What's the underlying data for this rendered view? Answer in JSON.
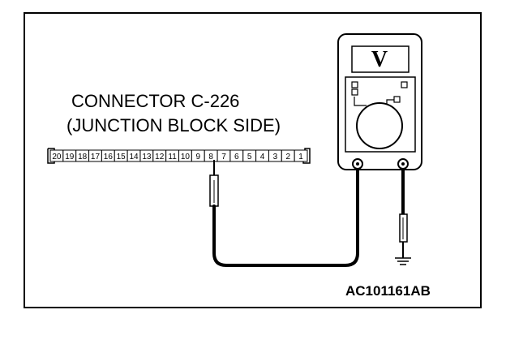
{
  "connector": {
    "title_line1": "CONNECTOR C-226",
    "title_line2": "(JUNCTION BLOCK SIDE)",
    "pins": [
      "20",
      "19",
      "18",
      "17",
      "16",
      "15",
      "14",
      "13",
      "12",
      "11",
      "10",
      "9",
      "8",
      "7",
      "6",
      "5",
      "4",
      "3",
      "2",
      "1"
    ],
    "probed_pin": "8"
  },
  "meter": {
    "mode_label": "V"
  },
  "figure": {
    "code": "AC101161AB"
  },
  "colors": {
    "line": "#000000",
    "background": "#ffffff"
  }
}
